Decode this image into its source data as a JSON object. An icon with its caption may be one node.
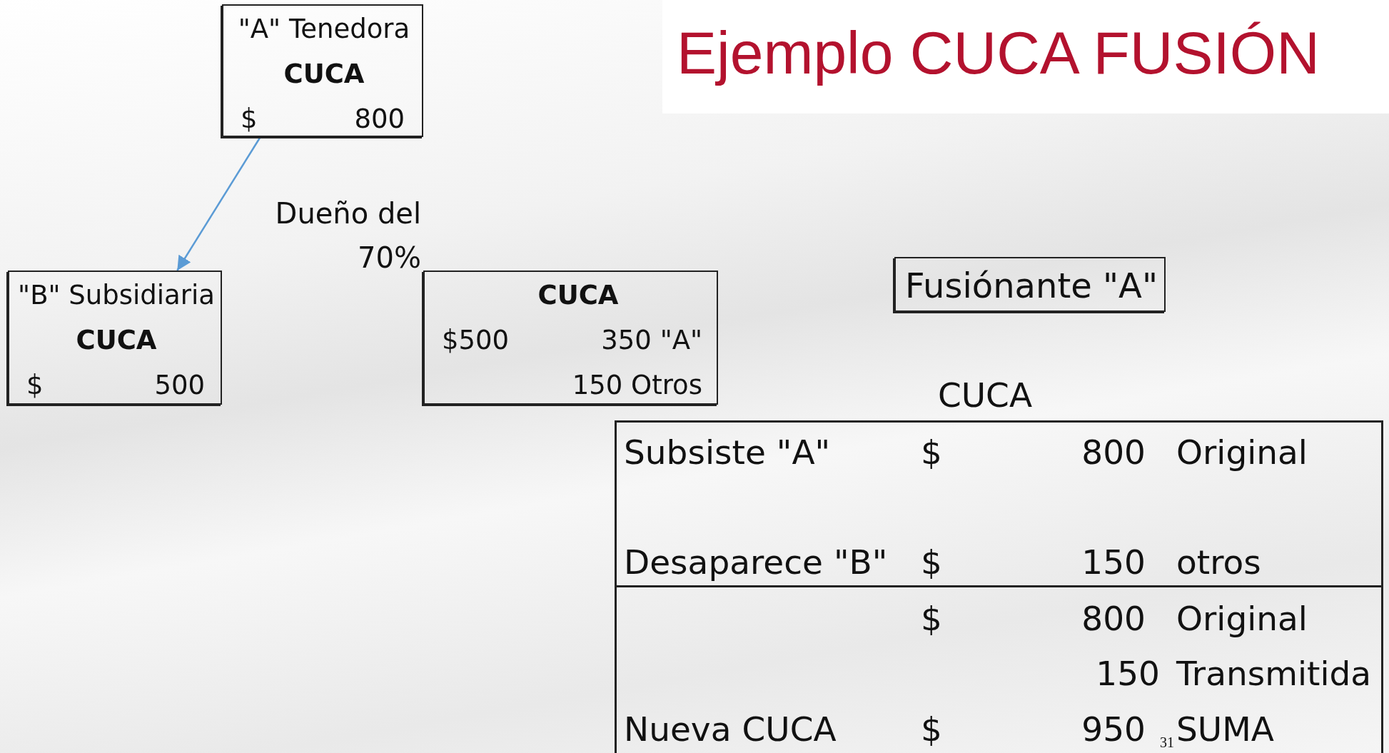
{
  "diagram": {
    "title": "Ejemplo CUCA FUSIÓN",
    "nodes": [
      {
        "text": [
          "\"A\" Tenedora",
          "CUCA",
          "$",
          "800"
        ]
      },
      {
        "text": [
          "\"B\" Subsidiaria",
          "CUCA",
          "$",
          "500"
        ]
      },
      {
        "text": [
          "CUCA",
          "$500",
          "350 \"A\"",
          "150 Otros"
        ]
      },
      {
        "text": [
          "Fusiónante \"A\""
        ]
      }
    ],
    "edges": [
      {
        "from": 0,
        "to": 1,
        "arrow": "to",
        "label": "Dueño del 70%",
        "color": "#5b9bd5"
      }
    ],
    "labels": [
      "CUCA",
      "Subsiste \"A\"",
      "$",
      "800",
      "Original",
      "Desaparece \"B\"",
      "$",
      "150",
      "otros",
      "$",
      "800",
      "Original",
      "150",
      "Transmitida",
      "Nueva CUCA",
      "$",
      "950",
      "SUMA",
      "31"
    ]
  }
}
